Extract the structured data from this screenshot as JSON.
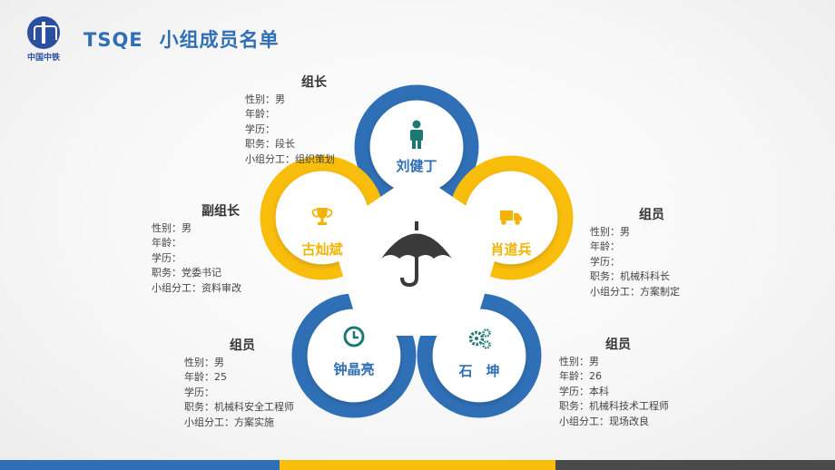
{
  "header": {
    "logo_text": "中国中铁",
    "title_tag": "TSQE",
    "title": "小组成员名单"
  },
  "members": [
    {
      "name": "刘健丁",
      "icon": "person-icon",
      "role": "组长",
      "lines": [
        "性别：男",
        "年龄：",
        "学历：",
        "职务：段长",
        "小组分工：组织策划"
      ]
    },
    {
      "name": "古灿斌",
      "icon": "trophy-icon",
      "role": "副组长",
      "lines": [
        "性别：男",
        "年龄：",
        "学历：",
        "职务：党委书记",
        "小组分工：资料审改"
      ]
    },
    {
      "name": "肖道兵",
      "icon": "truck-icon",
      "role": "组员",
      "lines": [
        "性别：男",
        "年龄：",
        "学历：",
        "职务：机械科科长",
        "小组分工：方案制定"
      ]
    },
    {
      "name": "钟晶亮",
      "icon": "clock-icon",
      "role": "组员",
      "lines": [
        "性别：男",
        "年龄：25",
        "学历：",
        "职务：机械科安全工程师",
        "小组分工：方案实施"
      ]
    },
    {
      "name": "石　坤",
      "icon": "gears-icon",
      "role": "组员",
      "lines": [
        "性别：男",
        "年龄：26",
        "学历：本科",
        "职务：机械科技术工程师",
        "小组分工：现场改良"
      ]
    }
  ],
  "center_icon": "umbrella-icon",
  "colors": {
    "blue": "#2f6fb5",
    "yellow": "#f9bd0b",
    "dark": "#3a3a3a",
    "teal": "#1a7a73",
    "gray_bar": "#4a4a4a"
  }
}
